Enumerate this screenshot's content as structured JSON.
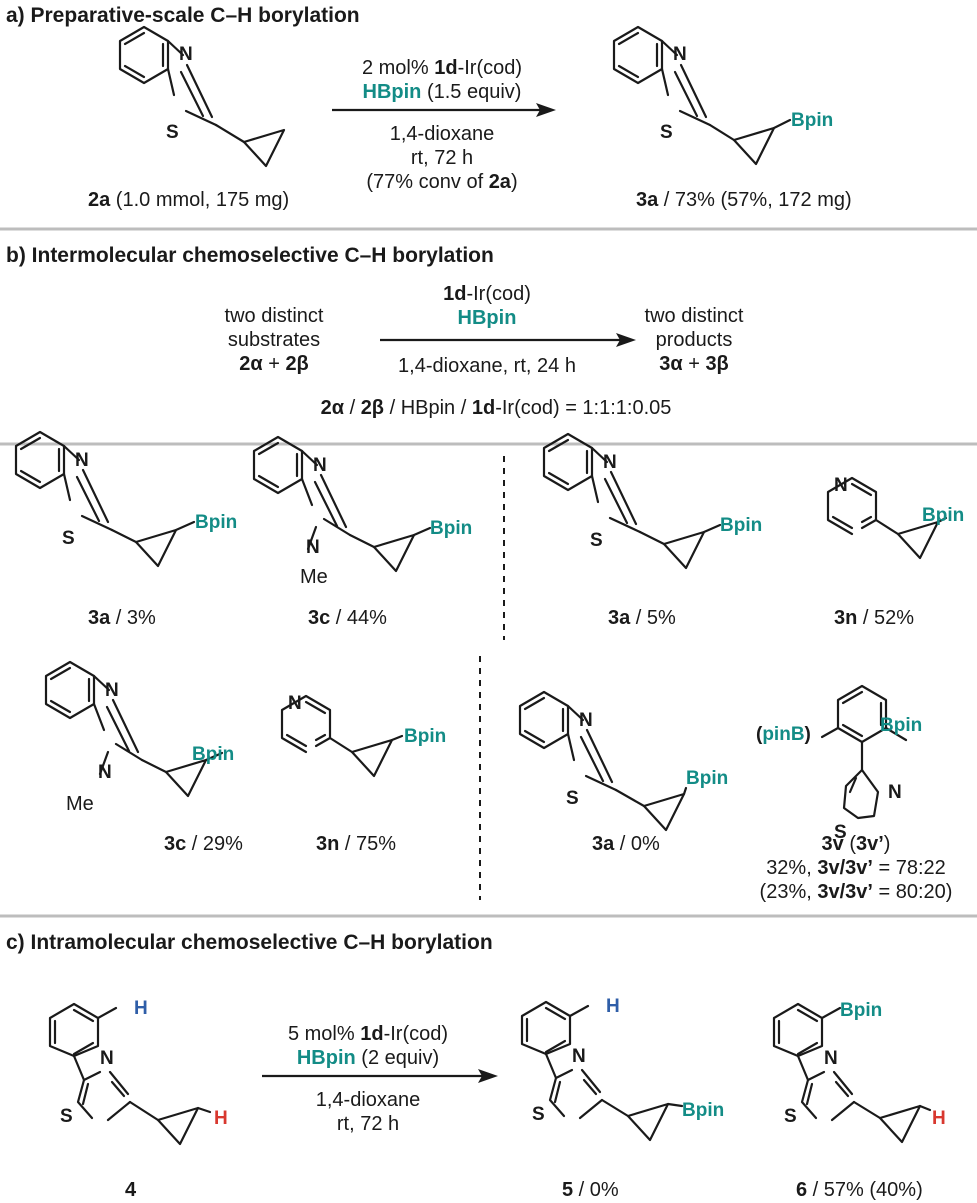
{
  "panel_a": {
    "title": "a) Preparative-scale C–H borylation",
    "reactant": {
      "id": "2a",
      "detail": " (1.0 mmol, 175 mg)"
    },
    "cond_cat_pre": "2 mol% ",
    "cond_cat_bold": "1d",
    "cond_cat_post": "-Ir(cod)",
    "hbpin": "HBpin",
    "hbpin_equiv": " (1.5 equiv)",
    "solvent": "1,4-dioxane",
    "time": "rt, 72 h",
    "conv_pre": "(77% conv of ",
    "conv_bold": "2a",
    "conv_post": ")",
    "product": {
      "id": "3a",
      "detail": " / 73% (57%, 172 mg)"
    }
  },
  "panel_b": {
    "title": "b) Intermolecular chemoselective C–H borylation",
    "left_l1": "two distinct",
    "left_l2": "substrates",
    "left_a": "2α",
    "left_plus": " + ",
    "left_b": "2β",
    "cat_bold": "1d",
    "cat_post": "-Ir(cod)",
    "hbpin": "HBpin",
    "cond": "1,4-dioxane, rt, 24 h",
    "right_l1": "two distinct",
    "right_l2": "products",
    "right_a": "3α",
    "right_plus": " + ",
    "right_b": "3β",
    "ratio_a": "2α",
    "ratio_sep1": " / ",
    "ratio_b": "2β",
    "ratio_mid": " / HBpin / ",
    "ratio_cat": "1d",
    "ratio_post": "-Ir(cod) = 1:1:1:0.05",
    "results": [
      {
        "id": "3a",
        "yield": " / 3%"
      },
      {
        "id": "3c",
        "yield": " / 44%"
      },
      {
        "id": "3a",
        "yield": " / 5%"
      },
      {
        "id": "3n",
        "yield": " / 52%"
      },
      {
        "id": "3c",
        "yield": " / 29%"
      },
      {
        "id": "3n",
        "yield": " / 75%"
      },
      {
        "id": "3a",
        "yield": " / 0%"
      }
    ],
    "v": {
      "id": "3v",
      "open": " (",
      "idp": "3v’",
      "close": ")",
      "l2_pre": "32%, ",
      "l2_bold": "3v/3v’",
      "l2_post": " = 78:22",
      "l3_pre": "(23%, ",
      "l3_bold": "3v/3v’",
      "l3_post": " = 80:20)"
    }
  },
  "panel_c": {
    "title": "c) Intramolecular chemoselective C–H borylation",
    "cat_pre": "5 mol% ",
    "cat_bold": "1d",
    "cat_post": "-Ir(cod)",
    "hbpin": "HBpin",
    "hbpin_equiv": " (2 equiv)",
    "solvent": "1,4-dioxane",
    "time": "rt, 72 h",
    "reactant": "4",
    "p5_id": "5",
    "p5_yield": " / 0%",
    "p6_id": "6",
    "p6_yield": " / 57% (40%)"
  },
  "atoms": {
    "N": "N",
    "S": "S",
    "H": "H",
    "Bpin": "Bpin",
    "pinB_open": "(",
    "pinB": "pinB",
    "pinB_close": ")",
    "Me": "Me"
  },
  "colors": {
    "teal": "#138c86",
    "blue": "#2f5ea8",
    "red": "#d8382f",
    "rule": "#bdbdbd"
  }
}
